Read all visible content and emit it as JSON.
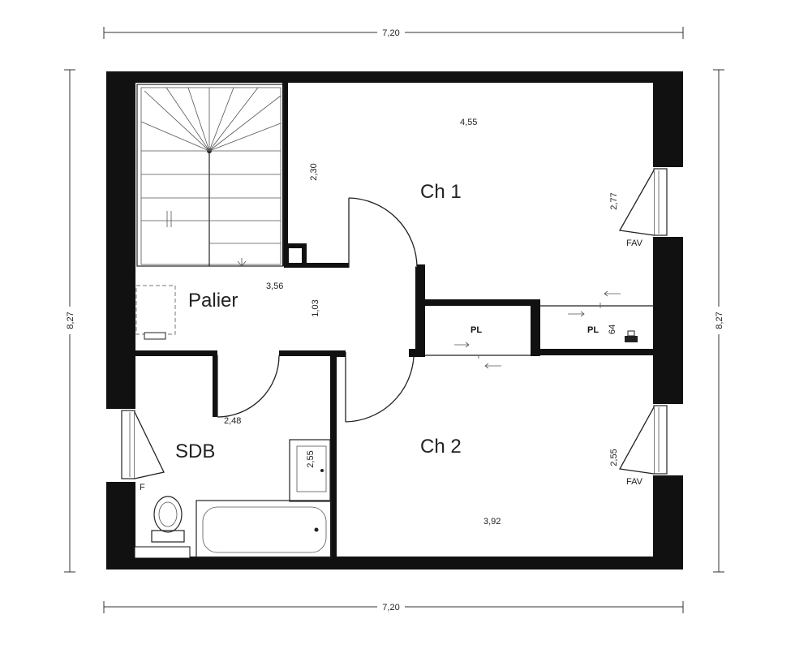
{
  "rooms": {
    "ch1": "Ch 1",
    "ch2": "Ch 2",
    "palier": "Palier",
    "sdb": "SDB",
    "pl1": "PL",
    "pl2": "PL"
  },
  "dimensions": {
    "top_width": "7,20",
    "bottom_width": "7,20",
    "left_height": "8,27",
    "right_height": "8,27",
    "ch1_width": "4,55",
    "ch1_height": "2,77",
    "stair_height": "2,30",
    "palier_width": "3,56",
    "palier_height": "1,03",
    "sdb_width": "2,48",
    "sdb_height": "2,55",
    "ch2_width": "3,92",
    "ch2_height": "2,55",
    "pl_small": "64"
  },
  "window_labels": {
    "ch1_window": "FAV",
    "ch2_window": "FAV",
    "sdb_window": "F"
  }
}
